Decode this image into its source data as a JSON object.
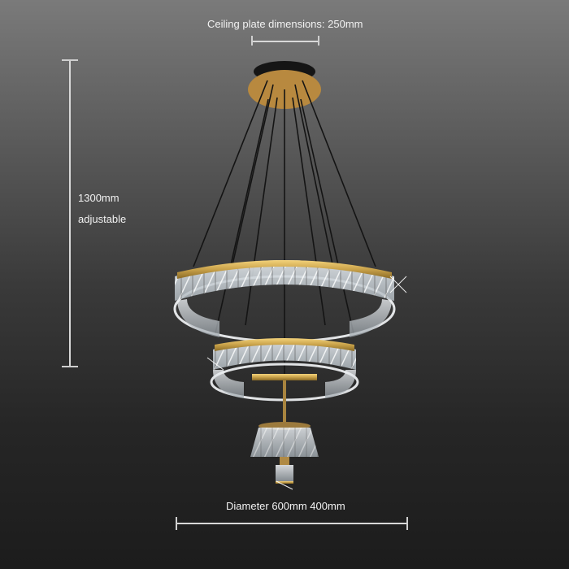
{
  "annotations": {
    "ceiling_plate": "Ceiling plate dimensions: 250mm",
    "height_value": "1300mm",
    "height_note": "adjustable",
    "diameter": "Diameter 600mm 400mm"
  },
  "product": {
    "name": "two-tier crystal ring chandelier with pendant",
    "colors": {
      "gold": "#c9a24a",
      "canopy": "#b8893f",
      "crystal": "#e8eef2",
      "wire": "#141414"
    }
  }
}
